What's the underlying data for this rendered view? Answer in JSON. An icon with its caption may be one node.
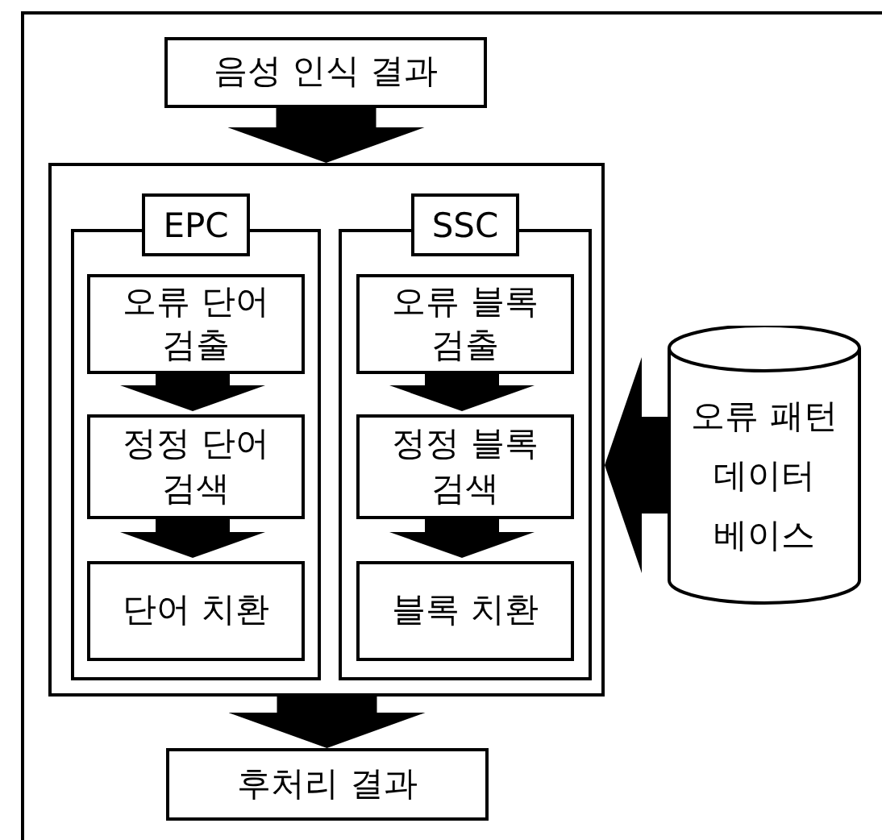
{
  "diagram": {
    "nodes": [
      {
        "text": [
          "음성 인식 결과"
        ]
      },
      {
        "text": [],
        "shape": "box"
      },
      {
        "text": [
          "EPC"
        ],
        "in": 1
      },
      {
        "text": [
          "오류 단어 검출"
        ],
        "in": 2
      },
      {
        "text": [
          "정정 단어 검색"
        ],
        "in": 2
      },
      {
        "text": [
          "단어 치환"
        ],
        "in": 2
      },
      {
        "text": [
          "SSC"
        ],
        "in": 1
      },
      {
        "text": [
          "오류 블록 검출"
        ],
        "in": 6
      },
      {
        "text": [
          "정정 블록 검색"
        ],
        "in": 6
      },
      {
        "text": [
          "블록 치환"
        ],
        "in": 6
      },
      {
        "text": [
          "오류 패턴 데이터 베이스"
        ]
      },
      {
        "text": [
          "후처리 결과"
        ]
      }
    ],
    "edges": [
      {
        "from": 0,
        "to": 1,
        "arrow": "to"
      },
      {
        "from": 3,
        "to": 4,
        "arrow": "to"
      },
      {
        "from": 4,
        "to": 5,
        "arrow": "to"
      },
      {
        "from": 7,
        "to": 8,
        "arrow": "to"
      },
      {
        "from": 8,
        "to": 9,
        "arrow": "to"
      },
      {
        "from": 10,
        "to": 1,
        "arrow": "to"
      },
      {
        "from": 1,
        "to": 11,
        "arrow": "to"
      }
    ]
  }
}
